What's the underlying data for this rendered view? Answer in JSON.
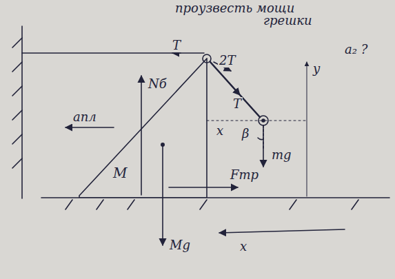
{
  "diagram": {
    "nodes": [
      {
        "text": [
          "M"
        ]
      }
    ],
    "labels": [
      "проузвесть мощи",
      "грешки",
      "T",
      "2T",
      "T",
      "Nб",
      "aпл",
      "Fтр",
      "mg",
      "Mg",
      "y",
      "a₂ ?",
      "x",
      "β",
      "x"
    ]
  }
}
